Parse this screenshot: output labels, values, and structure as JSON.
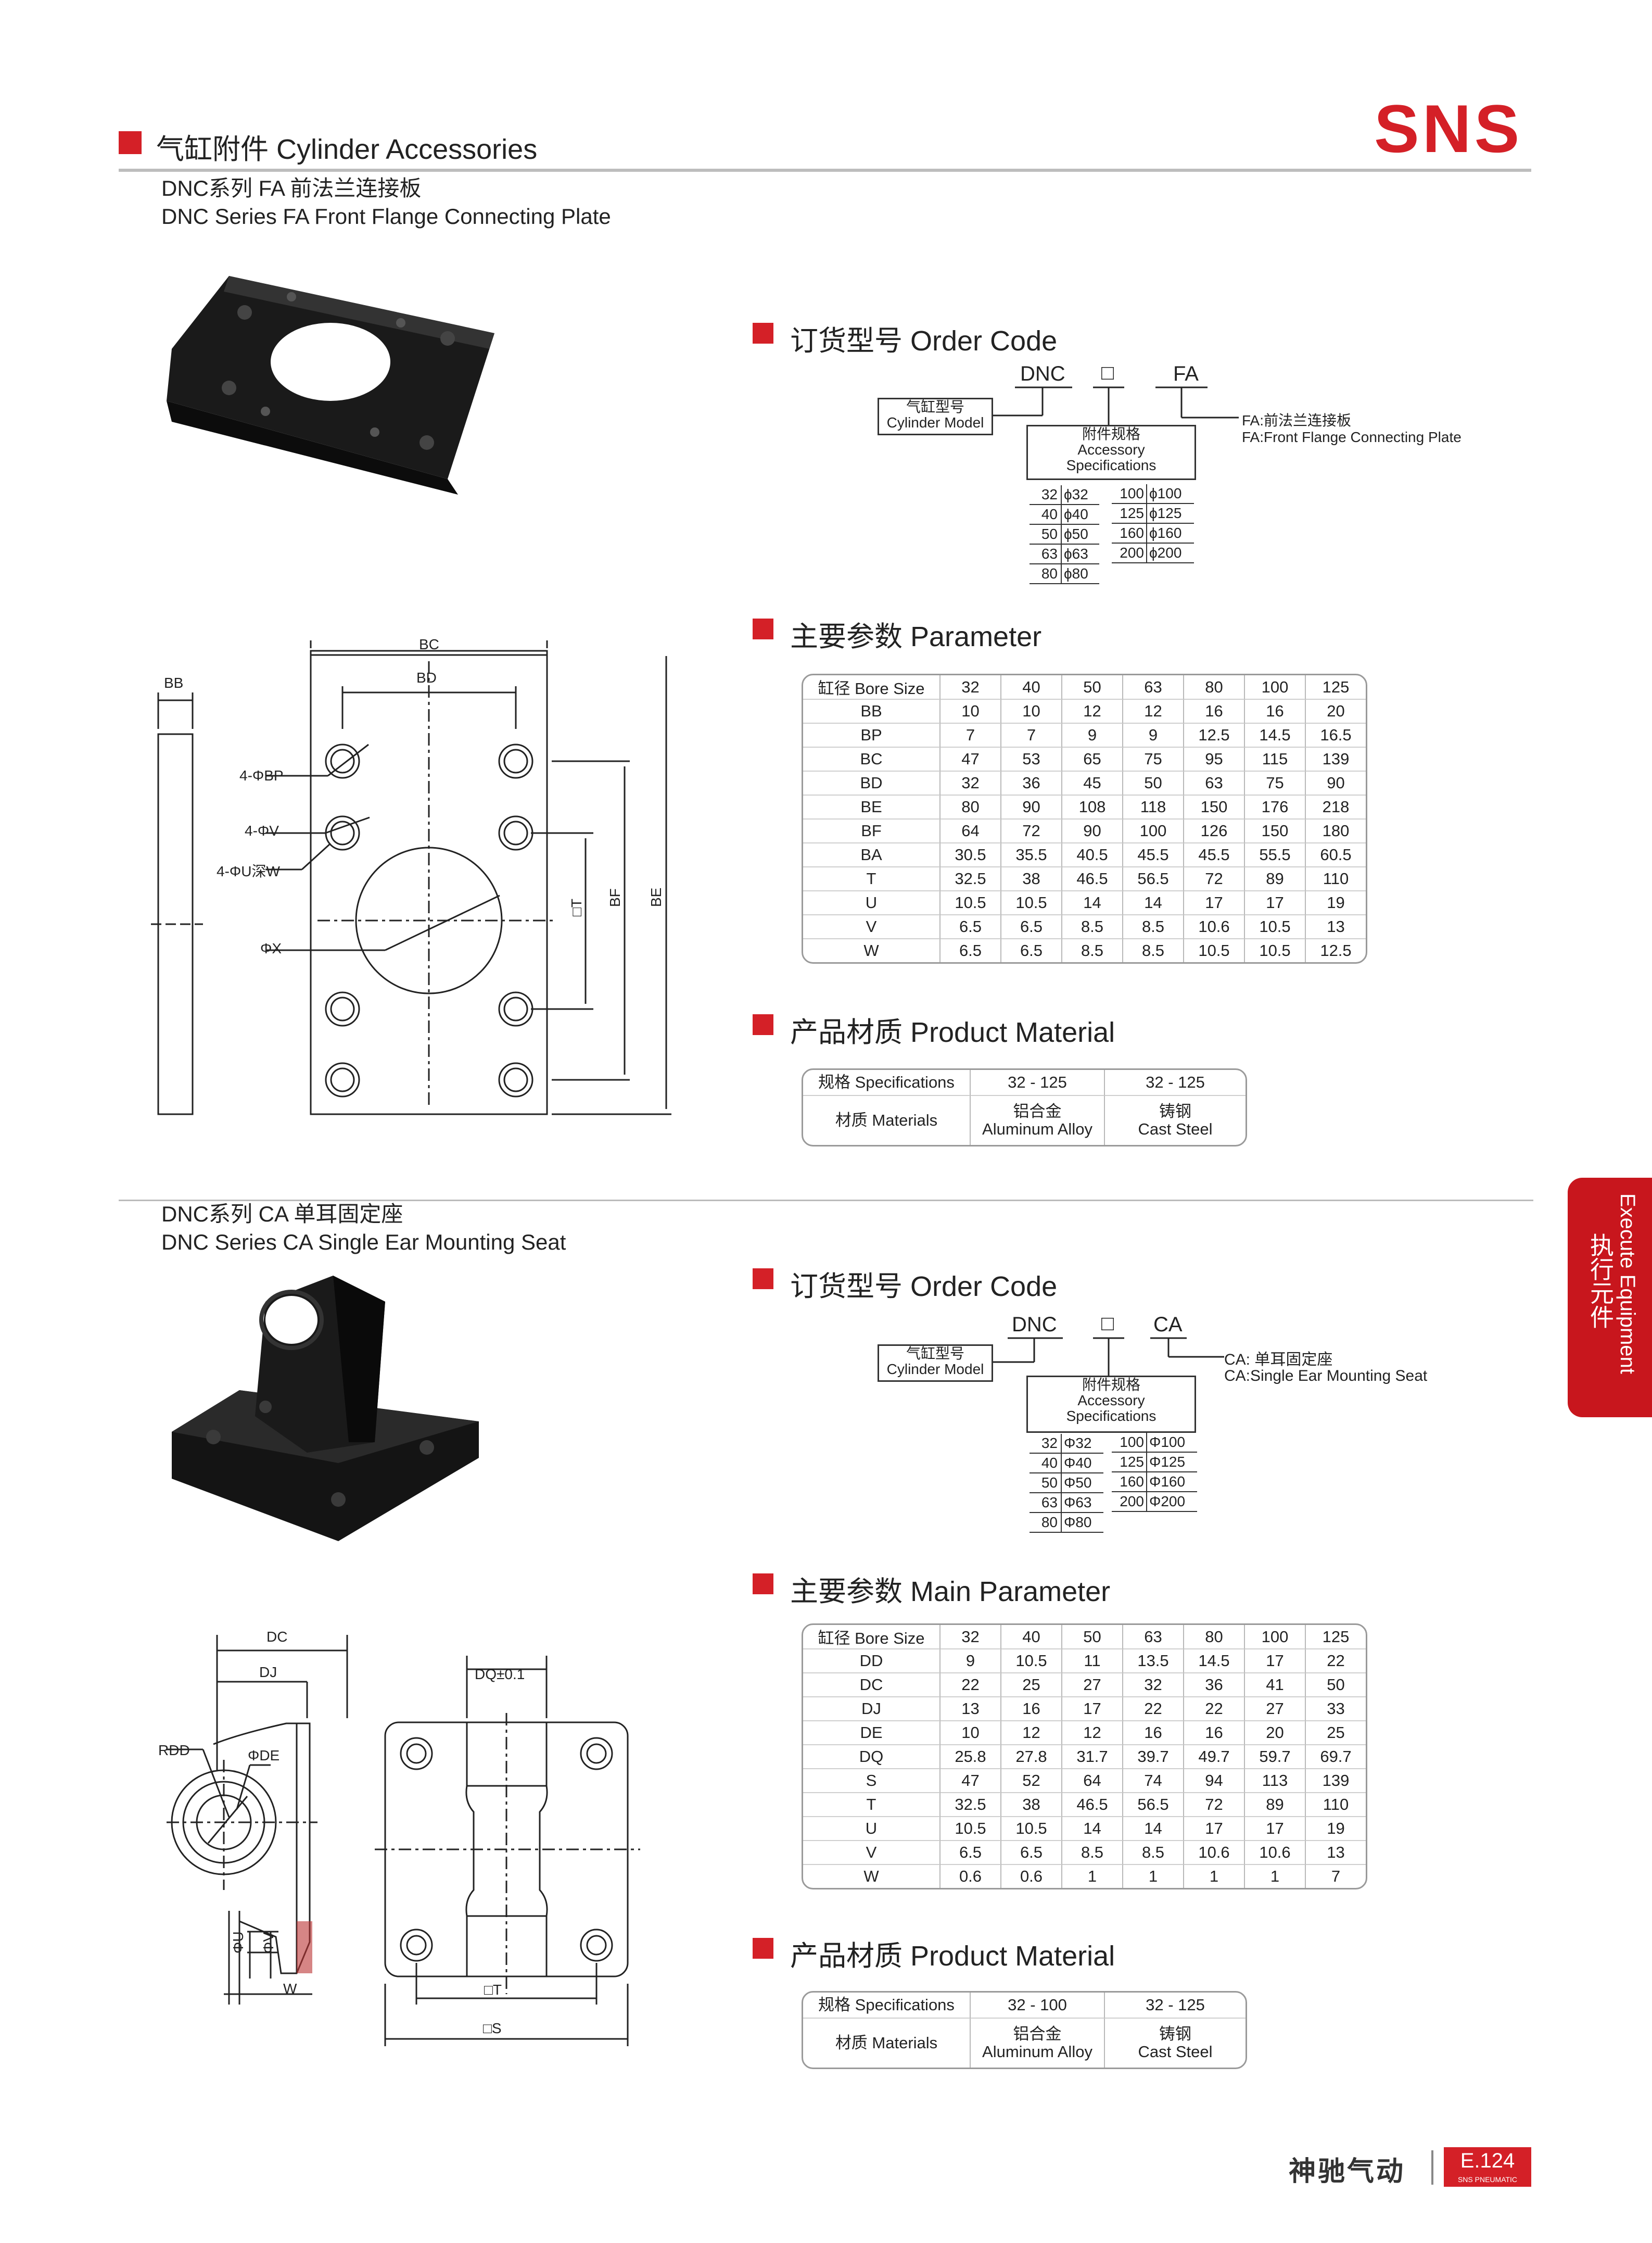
{
  "header": {
    "section_title": "气缸附件 Cylinder Accessories",
    "brand": "SNS"
  },
  "fa": {
    "title_cn": "DNC系列 FA 前法兰连接板",
    "title_en": "DNC Series FA Front Flange Connecting Plate",
    "order_code": {
      "heading": "订货型号 Order Code",
      "prefix": "DNC",
      "slot": "□",
      "suffix": "FA",
      "cylinder_model_cn": "气缸型号",
      "cylinder_model_en": "Cylinder Model",
      "spec_cn": "附件规格",
      "spec_en1": "Accessory",
      "spec_en2": "Specifications",
      "suffix_desc_cn": "FA:前法兰连接板",
      "suffix_desc_en": "FA:Front Flange Connecting Plate",
      "bores_left": [
        [
          "32",
          "ϕ32"
        ],
        [
          "40",
          "ϕ40"
        ],
        [
          "50",
          "ϕ50"
        ],
        [
          "63",
          "ϕ63"
        ],
        [
          "80",
          "ϕ80"
        ]
      ],
      "bores_right": [
        [
          "100",
          "ϕ100"
        ],
        [
          "125",
          "ϕ125"
        ],
        [
          "160",
          "ϕ160"
        ],
        [
          "200",
          "ϕ200"
        ]
      ]
    },
    "parameter": {
      "heading": "主要参数 Parameter",
      "header_label": "缸径 Bore Size",
      "columns": [
        "32",
        "40",
        "50",
        "63",
        "80",
        "100",
        "125"
      ],
      "rows": [
        {
          "label": "BB",
          "values": [
            "10",
            "10",
            "12",
            "12",
            "16",
            "16",
            "20"
          ]
        },
        {
          "label": "BP",
          "values": [
            "7",
            "7",
            "9",
            "9",
            "12.5",
            "14.5",
            "16.5"
          ]
        },
        {
          "label": "BC",
          "values": [
            "47",
            "53",
            "65",
            "75",
            "95",
            "115",
            "139"
          ]
        },
        {
          "label": "BD",
          "values": [
            "32",
            "36",
            "45",
            "50",
            "63",
            "75",
            "90"
          ]
        },
        {
          "label": "BE",
          "values": [
            "80",
            "90",
            "108",
            "118",
            "150",
            "176",
            "218"
          ]
        },
        {
          "label": "BF",
          "values": [
            "64",
            "72",
            "90",
            "100",
            "126",
            "150",
            "180"
          ]
        },
        {
          "label": "BA",
          "values": [
            "30.5",
            "35.5",
            "40.5",
            "45.5",
            "45.5",
            "55.5",
            "60.5"
          ]
        },
        {
          "label": "T",
          "values": [
            "32.5",
            "38",
            "46.5",
            "56.5",
            "72",
            "89",
            "110"
          ]
        },
        {
          "label": "U",
          "values": [
            "10.5",
            "10.5",
            "14",
            "14",
            "17",
            "17",
            "19"
          ]
        },
        {
          "label": "V",
          "values": [
            "6.5",
            "6.5",
            "8.5",
            "8.5",
            "10.6",
            "10.5",
            "13"
          ]
        },
        {
          "label": "W",
          "values": [
            "6.5",
            "6.5",
            "8.5",
            "8.5",
            "10.5",
            "10.5",
            "12.5"
          ]
        }
      ]
    },
    "material": {
      "heading": "产品材质 Product Material",
      "spec_label": "规格 Specifications",
      "mat_label": "材质 Materials",
      "col1_range": "32 - 125",
      "col1_cn": "铝合金",
      "col1_en": "Aluminum Alloy",
      "col2_range": "32 - 125",
      "col2_cn": "铸钢",
      "col2_en": "Cast Steel"
    },
    "drawing_labels": {
      "bb": "BB",
      "bc": "BC",
      "bd": "BD",
      "bp": "4-ΦBP",
      "v": "4-ΦV",
      "u": "4-ΦU深W",
      "x": "ΦX",
      "t": "□T",
      "bf": "BF",
      "be": "BE"
    }
  },
  "ca": {
    "title_cn": "DNC系列 CA 单耳固定座",
    "title_en": "DNC Series CA Single Ear Mounting Seat",
    "order_code": {
      "heading": "订货型号 Order Code",
      "prefix": "DNC",
      "slot": "□",
      "suffix": "CA",
      "cylinder_model_cn": "气缸型号",
      "cylinder_model_en": "Cylinder Model",
      "spec_cn": "附件规格",
      "spec_en1": "Accessory",
      "spec_en2": "Specifications",
      "suffix_desc_cn": "CA: 单耳固定座",
      "suffix_desc_en": "CA:Single Ear Mounting Seat",
      "bores_left": [
        [
          "32",
          "Φ32"
        ],
        [
          "40",
          "Φ40"
        ],
        [
          "50",
          "Φ50"
        ],
        [
          "63",
          "Φ63"
        ],
        [
          "80",
          "Φ80"
        ]
      ],
      "bores_right": [
        [
          "100",
          "Φ100"
        ],
        [
          "125",
          "Φ125"
        ],
        [
          "160",
          "Φ160"
        ],
        [
          "200",
          "Φ200"
        ]
      ]
    },
    "parameter": {
      "heading": "主要参数 Main Parameter",
      "header_label": "缸径 Bore Size",
      "columns": [
        "32",
        "40",
        "50",
        "63",
        "80",
        "100",
        "125"
      ],
      "rows": [
        {
          "label": "DD",
          "values": [
            "9",
            "10.5",
            "11",
            "13.5",
            "14.5",
            "17",
            "22"
          ]
        },
        {
          "label": "DC",
          "values": [
            "22",
            "25",
            "27",
            "32",
            "36",
            "41",
            "50"
          ]
        },
        {
          "label": "DJ",
          "values": [
            "13",
            "16",
            "17",
            "22",
            "22",
            "27",
            "33"
          ]
        },
        {
          "label": "DE",
          "values": [
            "10",
            "12",
            "12",
            "16",
            "16",
            "20",
            "25"
          ]
        },
        {
          "label": "DQ",
          "values": [
            "25.8",
            "27.8",
            "31.7",
            "39.7",
            "49.7",
            "59.7",
            "69.7"
          ]
        },
        {
          "label": "S",
          "values": [
            "47",
            "52",
            "64",
            "74",
            "94",
            "113",
            "139"
          ]
        },
        {
          "label": "T",
          "values": [
            "32.5",
            "38",
            "46.5",
            "56.5",
            "72",
            "89",
            "110"
          ]
        },
        {
          "label": "U",
          "values": [
            "10.5",
            "10.5",
            "14",
            "14",
            "17",
            "17",
            "19"
          ]
        },
        {
          "label": "V",
          "values": [
            "6.5",
            "6.5",
            "8.5",
            "8.5",
            "10.6",
            "10.6",
            "13"
          ]
        },
        {
          "label": "W",
          "values": [
            "0.6",
            "0.6",
            "1",
            "1",
            "1",
            "1",
            "7"
          ]
        }
      ]
    },
    "material": {
      "heading": "产品材质 Product Material",
      "spec_label": "规格 Specifications",
      "mat_label": "材质 Materials",
      "col1_range": "32 - 100",
      "col1_cn": "铝合金",
      "col1_en": "Aluminum Alloy",
      "col2_range": "32 - 125",
      "col2_cn": "铸钢",
      "col2_en": "Cast Steel"
    },
    "drawing_labels": {
      "dc": "DC",
      "dj": "DJ",
      "rdd": "RDD",
      "de": "ΦDE",
      "dq": "DQ±0.1",
      "u": "ΦU",
      "v": "ΦV",
      "w": "W",
      "t": "□T",
      "s": "□S"
    }
  },
  "side_tab": {
    "en": "Execute Equipment",
    "cn": "执行元件"
  },
  "footer": {
    "company": "神驰气动",
    "page": "E.124",
    "sub": "SNS PNEUMATIC"
  }
}
